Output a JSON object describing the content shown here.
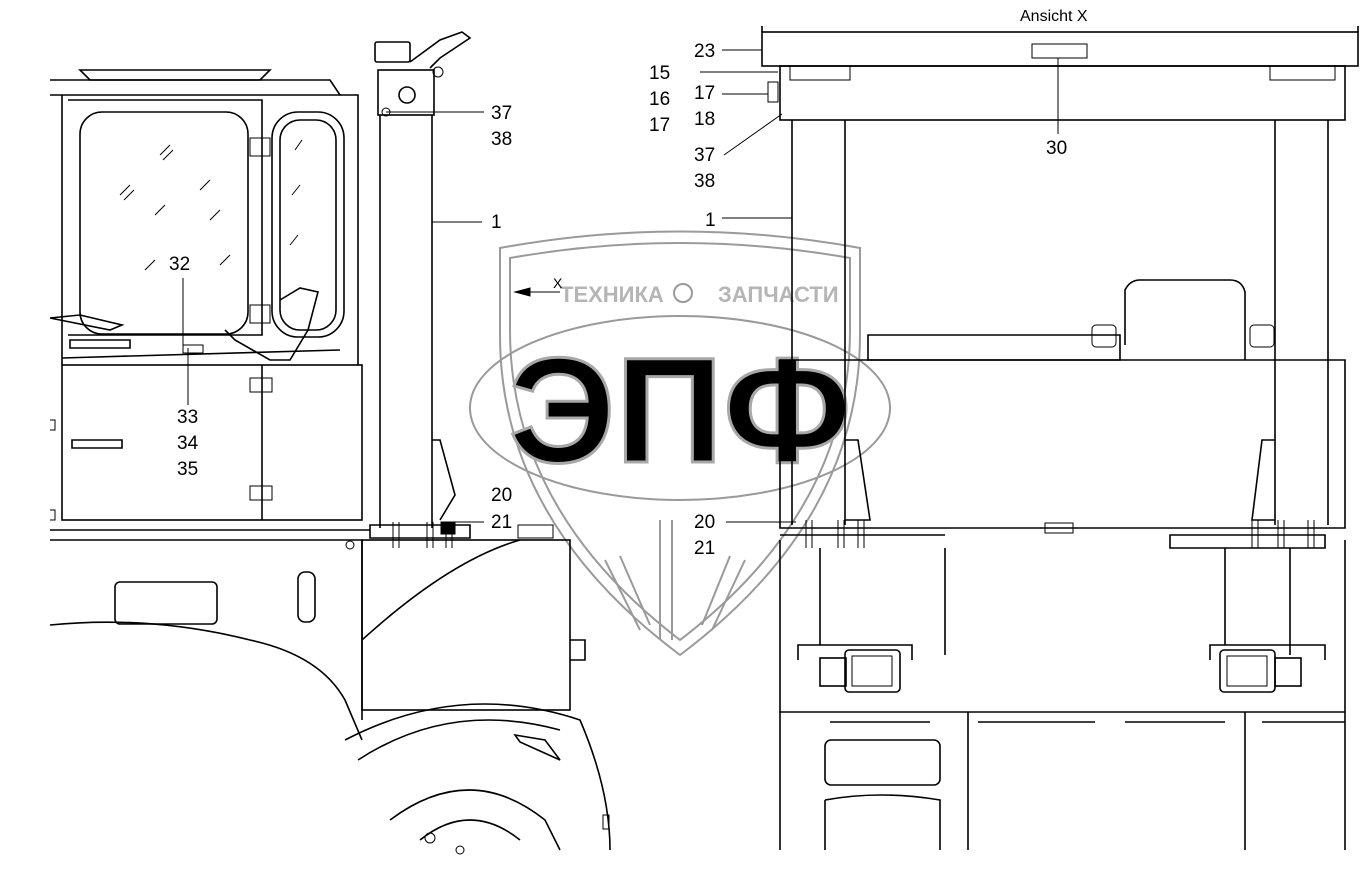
{
  "view_title": "Ansicht X",
  "view_marker": "X",
  "watermark": {
    "banner_left": "ТЕХНИКА",
    "banner_right": "ЗАПЧАСТИ",
    "logo": "ЭПФ"
  },
  "callouts": {
    "left": {
      "c37": "37",
      "c38": "38",
      "c1": "1",
      "c32": "32",
      "c33": "33",
      "c34": "34",
      "c35": "35",
      "c20": "20",
      "c21": "21"
    },
    "right": {
      "c23": "23",
      "c15": "15",
      "c16": "16",
      "c17a": "17",
      "c17b": "17",
      "c18": "18",
      "c37": "37",
      "c38": "38",
      "c30": "30",
      "c1": "1",
      "c20": "20",
      "c21": "21"
    }
  }
}
